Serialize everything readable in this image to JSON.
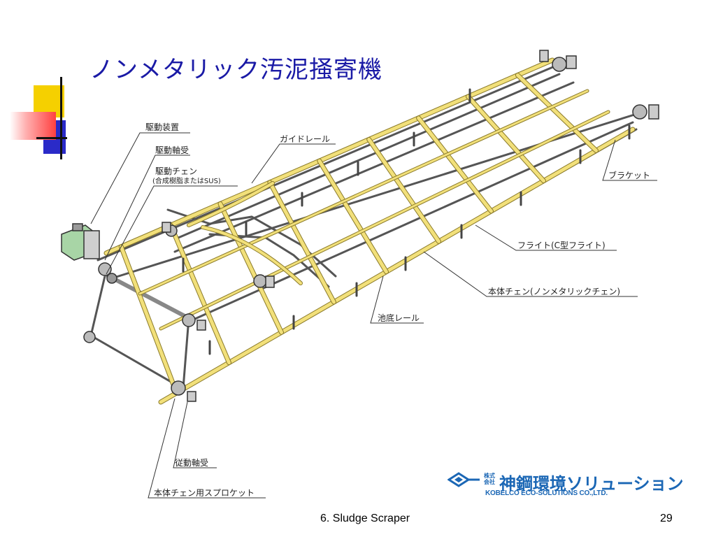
{
  "slide": {
    "title": "ノンメタリック汚泥掻寄機",
    "footer_center": "6. Sludge Scraper",
    "page_number": "29"
  },
  "labels": {
    "drive_unit": "駆動装置",
    "drive_bearing": "駆動軸受",
    "drive_chain": "駆動チェン",
    "drive_chain_note": "(合成樹脂またはSUS)",
    "guide_rail": "ガイドレール",
    "bracket": "ブラケット",
    "flight": "フライト(C型フライト)",
    "main_chain": "本体チェン(ノンメタリックチェン)",
    "floor_rail": "池底レール",
    "driven_bearing": "従動軸受",
    "sprocket": "本体チェン用スプロケット"
  },
  "logo": {
    "small_mark": "株式会社",
    "company_jp": "神鋼環境ソリューション",
    "company_en": "KOBELCO ECO-SOLUTIONS CO.,LTD."
  },
  "colors": {
    "title": "#1a1aa6",
    "flight_yellow": "#f2e07a",
    "chain_gray": "#555555",
    "drive_green": "#a8d5a6",
    "logo_blue": "#1b67b5",
    "deco_yellow": "#f5d000",
    "deco_blue": "#2a2ac8",
    "deco_red": "#ff4040"
  }
}
